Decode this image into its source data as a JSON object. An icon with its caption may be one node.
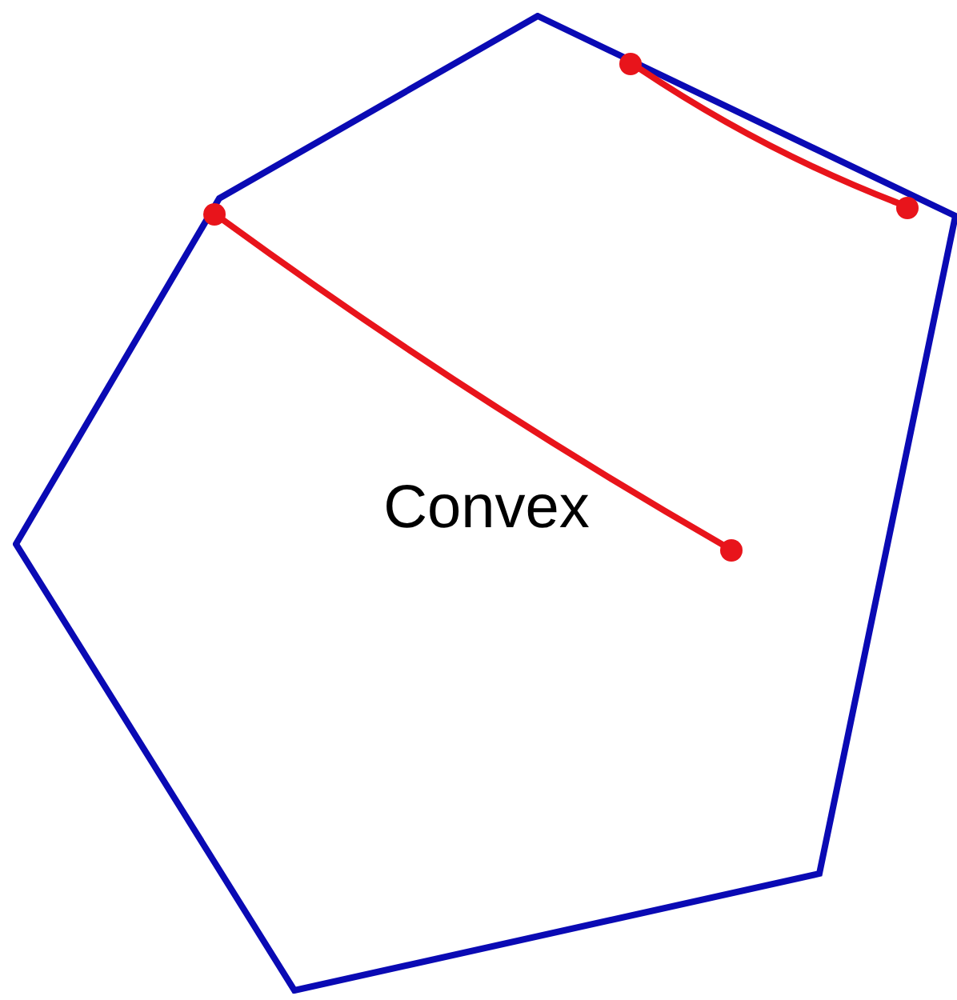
{
  "diagram": {
    "nodes": [
      {
        "text": [
          "Convex"
        ]
      },
      {
        "text": [],
        "shape": "circle",
        "in": 0
      },
      {
        "text": [],
        "shape": "circle",
        "in": 0
      },
      {
        "text": [],
        "shape": "circle",
        "in": 0
      },
      {
        "text": [],
        "shape": "circle",
        "in": 0
      }
    ],
    "edges": [
      {
        "from": 3,
        "to": 4,
        "arrow": "none"
      },
      {
        "from": 1,
        "to": 2,
        "arrow": "none"
      }
    ]
  }
}
